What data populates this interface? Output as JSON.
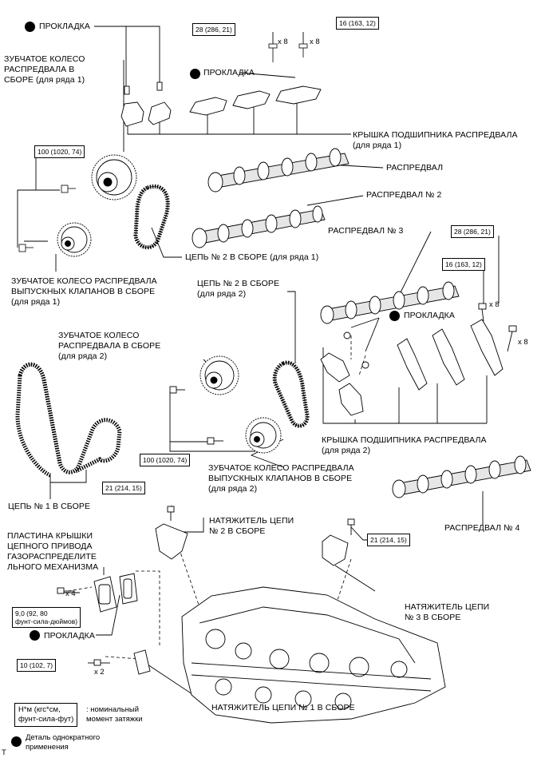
{
  "labels": {
    "gasket_top": "ПРОКЛАДКА",
    "gasket_mid": "ПРОКЛАДКА",
    "gasket_right": "ПРОКЛАДКА",
    "gasket_bottom": "ПРОКЛАДКА",
    "cam_sprocket_bank1": "ЗУБЧАТОЕ КОЛЕСО\nРАСПРЕДВАЛА В\nСБОРЕ (для ряда 1)",
    "bearing_cap_bank1": "КРЫШКА ПОДШИПНИКА РАСПРЕДВАЛА\n(для ряда 1)",
    "camshaft": "РАСПРЕДВАЛ",
    "camshaft_2": "РАСПРЕДВАЛ № 2",
    "camshaft_3": "РАСПРЕДВАЛ № 3",
    "camshaft_4": "РАСПРЕДВАЛ № 4",
    "chain2_bank1": "ЦЕПЬ № 2 В СБОРЕ (для ряда 1)",
    "exhaust_sprocket_bank1": "ЗУБЧАТОЕ КОЛЕСО РАСПРЕДВАЛА\nВЫПУСКНЫХ КЛАПАНОВ В СБОРЕ\n(для ряда 1)",
    "chain2_bank2": "ЦЕПЬ № 2 В СБОРЕ\n(для ряда 2)",
    "cam_sprocket_bank2": "ЗУБЧАТОЕ КОЛЕСО\nРАСПРЕДВАЛА В СБОРЕ\n(для ряда 2)",
    "bearing_cap_bank2": "КРЫШКА ПОДШИПНИКА РАСПРЕДВАЛА\n(для ряда 2)",
    "exhaust_sprocket_bank2": "ЗУБЧАТОЕ КОЛЕСО РАСПРЕДВАЛА\nВЫПУСКНЫХ КЛАПАНОВ В СБОРЕ\n(для ряда 2)",
    "chain1": "ЦЕПЬ № 1 В СБОРЕ",
    "tensioner2": "НАТЯЖИТЕЛЬ ЦЕПИ\n№ 2 В СБОРЕ",
    "cover_plate": "ПЛАСТИНА КРЫШКИ\nЦЕПНОГО ПРИВОДА\nГАЗОРАСПРЕДЕЛИТЕ\nЛЬНОГО МЕХАНИЗМА",
    "tensioner3": "НАТЯЖИТЕЛЬ ЦЕПИ\n№ 3 В СБОРЕ",
    "tensioner1": "НАТЯЖИТЕЛЬ ЦЕПИ № 1 В СБОРЕ"
  },
  "torques": {
    "t28_top": "28 (286, 21)",
    "t16_top": "16 (163, 12)",
    "t100_top": "100 (1020, 74)",
    "t28_right": "28 (286, 21)",
    "t16_right": "16 (163, 12)",
    "t100_mid": "100 (1020, 74)",
    "t21_left": "21 (214, 15)",
    "t21_right": "21 (214, 15)",
    "t9": "9,0 (92, 80\nфунт-сила-дюймов)",
    "t10": "10 (102, 7)"
  },
  "quantities": {
    "q_top_a": "x 8",
    "q_top_b": "x 8",
    "q_right_a": "x 8",
    "q_right_b": "x 8",
    "q_plate": "x 4",
    "q_tens1": "x 2"
  },
  "legend": {
    "unit_box": "Н*м (кгс*см,\nфунт-сила-фут)",
    "unit_desc": ": номинальный\nмомент затяжки",
    "nonreuse": "Деталь однократного\nприменения",
    "corner_mark": "T"
  },
  "colors": {
    "line": "#000000",
    "part_fill": "#ffffff",
    "shade": "#b5b5b5"
  }
}
